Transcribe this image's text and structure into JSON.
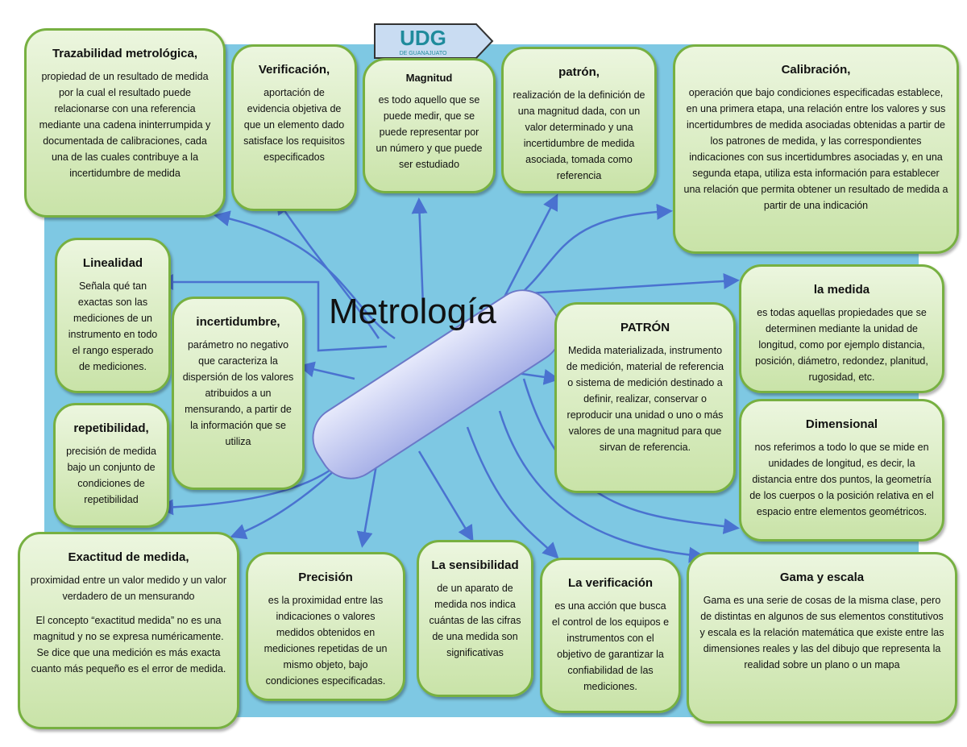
{
  "logo": {
    "text": "UDG",
    "subtitle": "DE GUANAJUATO"
  },
  "central": "Metrología",
  "nodes": [
    {
      "id": "trazabilidad",
      "title": "Trazabilidad metrológica,",
      "body": [
        "propiedad de un resultado de medida por la cual el resultado puede relacionarse con una referencia mediante una cadena ininterrumpida y documentada de calibraciones, cada una de las cuales contribuye a la incertidumbre de medida"
      ]
    },
    {
      "id": "verificacion",
      "title": "Verificación,",
      "body": [
        "aportación de evidencia objetiva de que un elemento dado satisface los requisitos especificados"
      ]
    },
    {
      "id": "magnitud",
      "title": "Magnitud",
      "body": [
        "es todo aquello que se puede medir, que se puede representar por un número y que puede ser estudiado"
      ]
    },
    {
      "id": "patron",
      "title": "patrón,",
      "body": [
        "realización de la definición de una magnitud dada, con un valor determinado y una incertidumbre de medida asociada, tomada como referencia"
      ]
    },
    {
      "id": "calibracion",
      "title": "Calibración,",
      "body": [
        "operación que bajo condiciones especificadas establece, en una primera etapa, una relación entre los valores y sus incertidumbres de medida asociadas obtenidas a partir de los patrones de medida, y las correspondientes indicaciones con sus incertidumbres asociadas y, en una segunda etapa, utiliza esta información para establecer una relación que permita obtener un resultado de medida a partir de una indicación"
      ]
    },
    {
      "id": "linealidad",
      "title": "Linealidad",
      "body": [
        "Señala qué tan exactas son las mediciones de un instrumento en todo el rango esperado de mediciones."
      ]
    },
    {
      "id": "incertidumbre",
      "title": "incertidumbre,",
      "body": [
        "parámetro no negativo que caracteriza la dispersión de los valores atribuidos a un mensurando, a partir de la información que se utiliza"
      ]
    },
    {
      "id": "repetibilidad",
      "title": "repetibilidad,",
      "body": [
        "precisión de medida bajo un conjunto de condiciones de repetibilidad"
      ]
    },
    {
      "id": "patron-mayus",
      "title": "PATRÓN",
      "body": [
        "Medida materializada, instrumento de medición, material de referencia o sistema de medición destinado a definir, realizar, conservar o reproducir una unidad o uno o más valores de una magnitud para que sirvan de referencia."
      ]
    },
    {
      "id": "la-medida",
      "title": "la medida",
      "body": [
        "es todas aquellas propiedades que se determinen mediante la unidad de longitud, como por ejemplo distancia, posición, diámetro, redondez, planitud, rugosidad, etc."
      ]
    },
    {
      "id": "dimensional",
      "title": "Dimensional",
      "body": [
        "nos referimos a todo lo que se mide en unidades de longitud, es decir, la distancia entre dos puntos, la geometría de los cuerpos o la posición relativa en el espacio entre elementos geométricos."
      ]
    },
    {
      "id": "exactitud",
      "title": "Exactitud de medida,",
      "body": [
        "proximidad entre un valor medido y un valor verdadero de un mensurando",
        "El concepto “exactitud medida” no es una magnitud y no se expresa numéricamente. Se dice que una medición es más exacta cuanto más pequeño es el error de medida."
      ]
    },
    {
      "id": "precision",
      "title": "Precisión",
      "body": [
        "es la proximidad entre las indicaciones o valores medidos obtenidos en mediciones repetidas de un mismo objeto, bajo condiciones especificadas."
      ]
    },
    {
      "id": "sensibilidad",
      "title": "La sensibilidad",
      "body": [
        "de un aparato de medida nos indica cuántas de las cifras de una medida son significativas"
      ]
    },
    {
      "id": "la-verificacion",
      "title": "La verificación",
      "body": [
        "es una acción que busca el control de los equipos e instrumentos con el objetivo de garantizar la confiabilidad de las mediciones."
      ]
    },
    {
      "id": "gama",
      "title": "Gama y escala",
      "body": [
        "Gama es una serie de cosas de la misma clase, pero de distintas en algunos de sus elementos constitutivos y escala es la relación matemática que existe entre las dimensiones reales y las del dibujo que representa la realidad sobre un plano o un mapa"
      ]
    }
  ]
}
